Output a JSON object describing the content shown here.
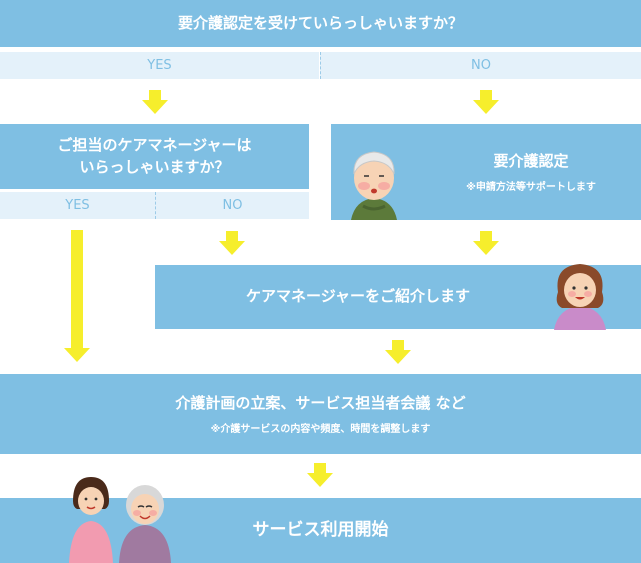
{
  "q1": {
    "title": "要介護認定を受けていらっしゃいますか？",
    "yes": "YES",
    "no": "NO"
  },
  "q2": {
    "title_line1": "ご担当のケアマネージャーは",
    "title_line2": "いらっしゃいますか？",
    "yes": "YES",
    "no": "NO"
  },
  "certify": {
    "title": "要介護認定",
    "note": "※申請方法等サポートします"
  },
  "manager": {
    "title": "ケアマネージャーをご紹介します"
  },
  "plan": {
    "title": "介護計画の立案、サービス担当者会議 など",
    "note": "※介護サービスの内容や頻度、時間を調整します"
  },
  "start": {
    "title": "サービス利用開始"
  },
  "colors": {
    "box": "#7fbfe3",
    "option_bg": "#e4f1fa",
    "arrow": "#f6ee2c"
  }
}
